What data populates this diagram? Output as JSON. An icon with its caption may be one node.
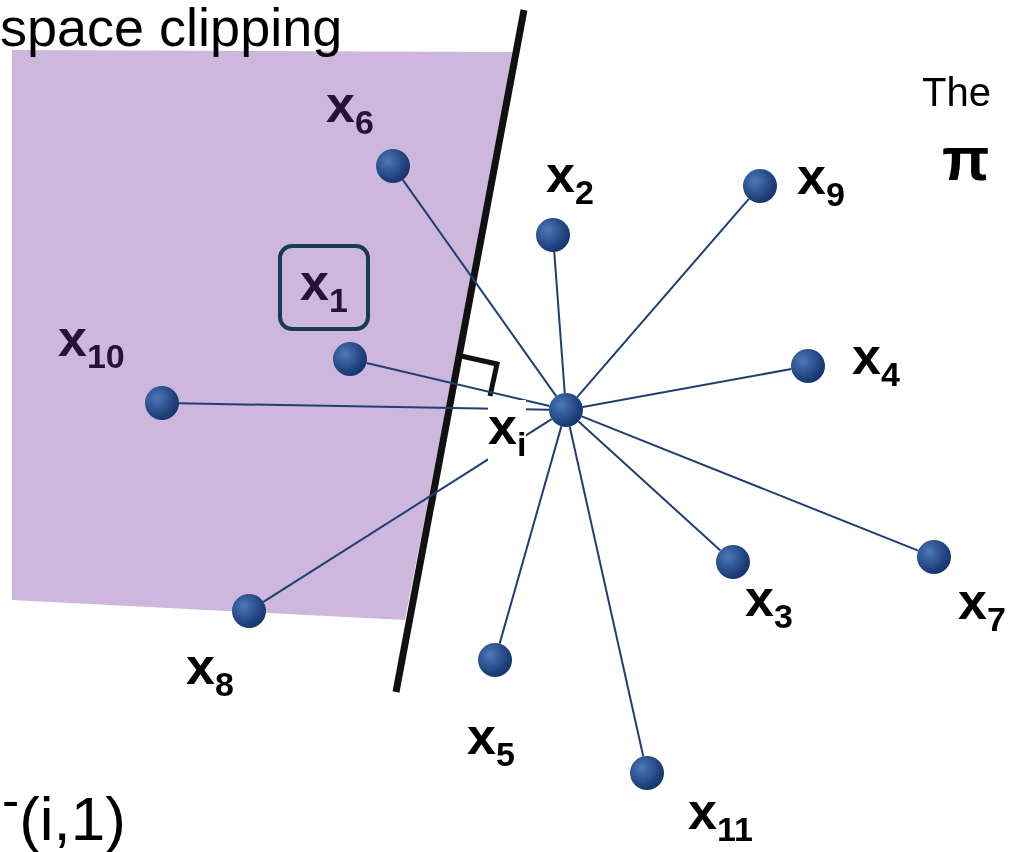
{
  "diagram": {
    "nodes": [
      {
        "text": [],
        "shape": "circle",
        "beside": [
          "x$_{6}$"
        ]
      },
      {
        "text": [],
        "shape": "circle",
        "beside": [
          "x$_{2}$"
        ]
      },
      {
        "text": [],
        "shape": "circle",
        "beside": [
          "x$_{9}$"
        ]
      },
      {
        "text": [
          "x$_{1}$"
        ]
      },
      {
        "text": [],
        "shape": "circle"
      },
      {
        "text": [],
        "shape": "circle",
        "beside": [
          "x$_{4}$"
        ]
      },
      {
        "text": [],
        "shape": "circle",
        "beside": [
          "x$_{10}$"
        ]
      },
      {
        "text": [],
        "shape": "circle",
        "beside": [
          "x$_{i}$"
        ]
      },
      {
        "text": [],
        "shape": "circle",
        "beside": [
          "x$_{3}$"
        ]
      },
      {
        "text": [],
        "shape": "circle",
        "beside": [
          "x$_{7}$"
        ]
      },
      {
        "text": [],
        "shape": "circle",
        "beside": [
          "x$_{8}$"
        ]
      },
      {
        "text": [],
        "shape": "circle",
        "beside": [
          "x$_{5}$"
        ]
      },
      {
        "text": [],
        "shape": "circle",
        "beside": [
          "x$_{11}$"
        ]
      }
    ],
    "edges": [
      {
        "from": 7,
        "to": 0,
        "arrow": "none"
      },
      {
        "from": 7,
        "to": 1,
        "arrow": "none"
      },
      {
        "from": 7,
        "to": 2,
        "arrow": "none"
      },
      {
        "from": 7,
        "to": 4,
        "arrow": "none"
      },
      {
        "from": 7,
        "to": 5,
        "arrow": "none"
      },
      {
        "from": 7,
        "to": 6,
        "arrow": "none"
      },
      {
        "from": 7,
        "to": 8,
        "arrow": "none"
      },
      {
        "from": 7,
        "to": 9,
        "arrow": "none"
      },
      {
        "from": 7,
        "to": 10,
        "arrow": "none"
      },
      {
        "from": 7,
        "to": 11,
        "arrow": "none"
      },
      {
        "from": 7,
        "to": 12,
        "arrow": "none"
      }
    ],
    "labels": [
      "space clipping",
      "The",
      "π",
      "$^{-}$(i,1)"
    ]
  }
}
